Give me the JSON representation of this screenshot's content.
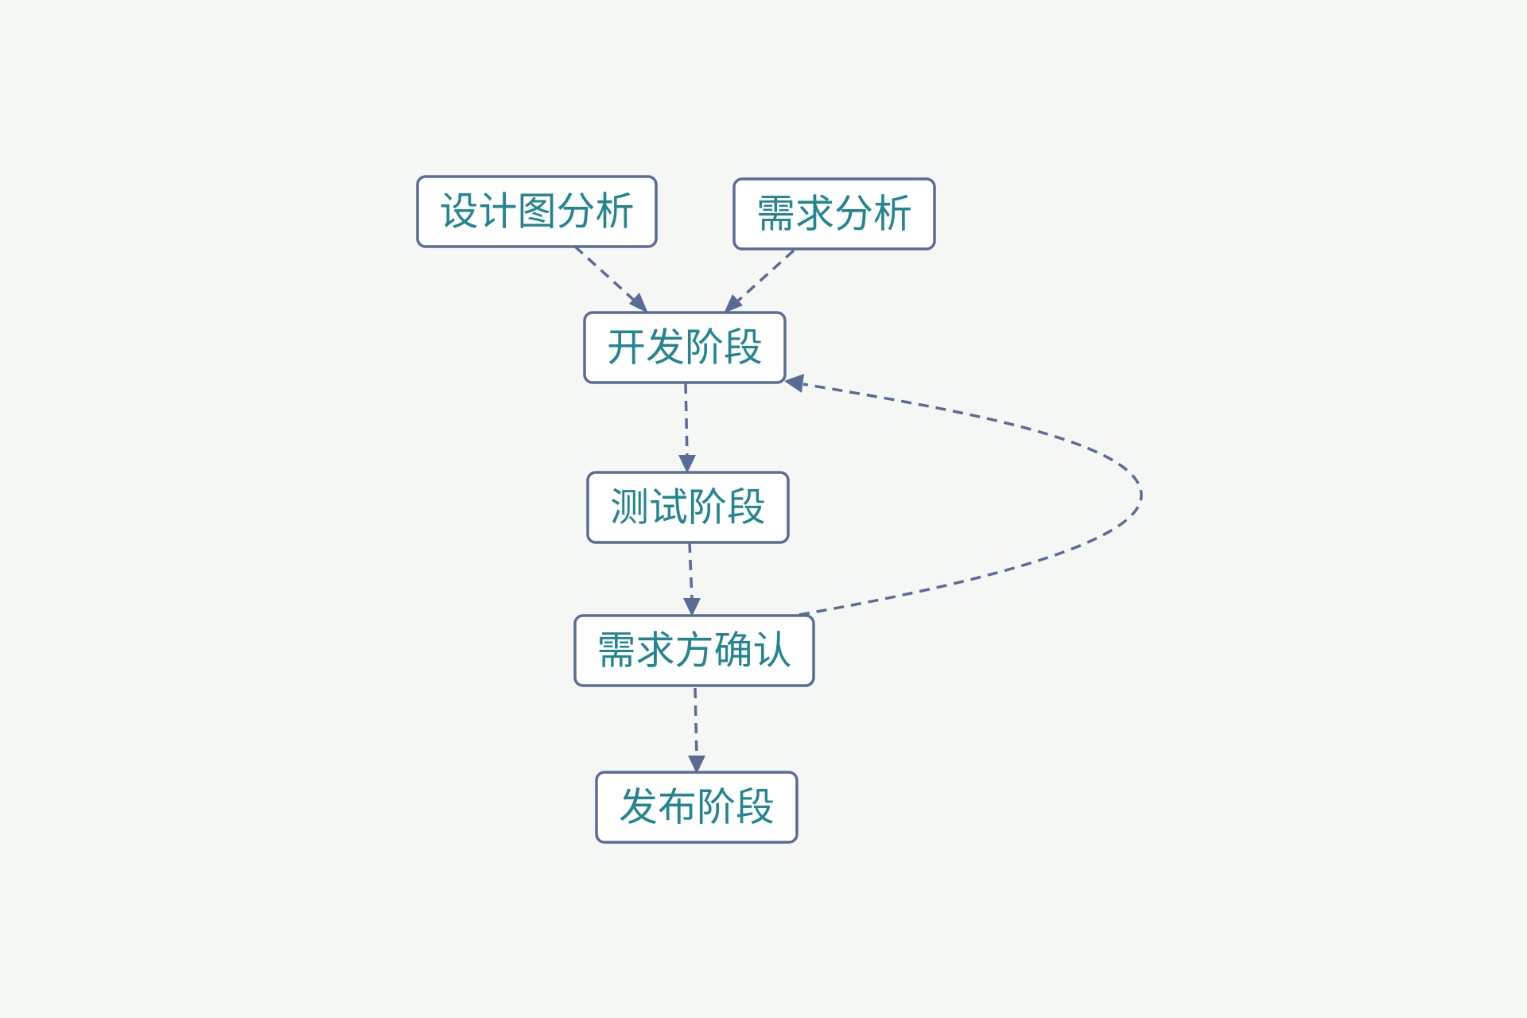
{
  "diagram": {
    "type": "flowchart",
    "nodes": {
      "design_analysis": "设计图分析",
      "requirement_analysis": "需求分析",
      "development": "开发阶段",
      "testing": "测试阶段",
      "client_confirmation": "需求方确认",
      "release": "发布阶段"
    },
    "edges": [
      {
        "from": "design_analysis",
        "to": "development",
        "style": "dashed"
      },
      {
        "from": "requirement_analysis",
        "to": "development",
        "style": "dashed"
      },
      {
        "from": "development",
        "to": "testing",
        "style": "dashed"
      },
      {
        "from": "testing",
        "to": "client_confirmation",
        "style": "dashed"
      },
      {
        "from": "client_confirmation",
        "to": "development",
        "style": "dashed"
      },
      {
        "from": "client_confirmation",
        "to": "release",
        "style": "dashed"
      }
    ],
    "colors": {
      "background": "#f5f7f5",
      "node_border": "#5a6b96",
      "node_fill": "#ffffff",
      "node_text": "#23858f",
      "edge": "#5a6b96"
    }
  }
}
